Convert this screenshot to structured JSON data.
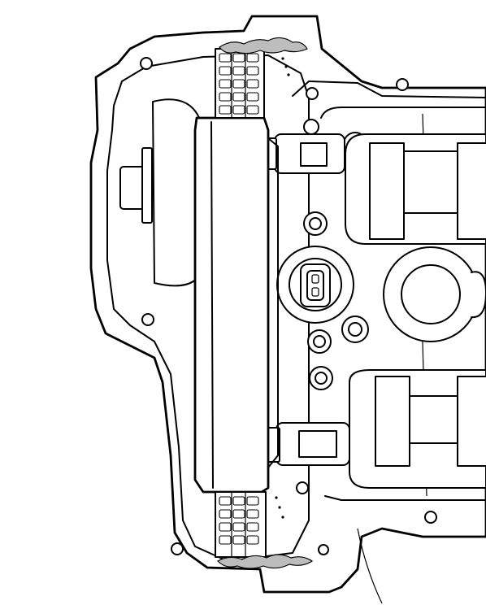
{
  "figure": {
    "caption": "",
    "components": [
      "timing-chain-cover",
      "timing-chain-guide",
      "timing-chain",
      "oil-control-valve",
      "camshaft-position-sensor",
      "camshaft",
      "liquid-gasket"
    ],
    "colors": {
      "line": "#000000",
      "fill": "#ffffff",
      "sealant": "#bdbdbd"
    }
  }
}
